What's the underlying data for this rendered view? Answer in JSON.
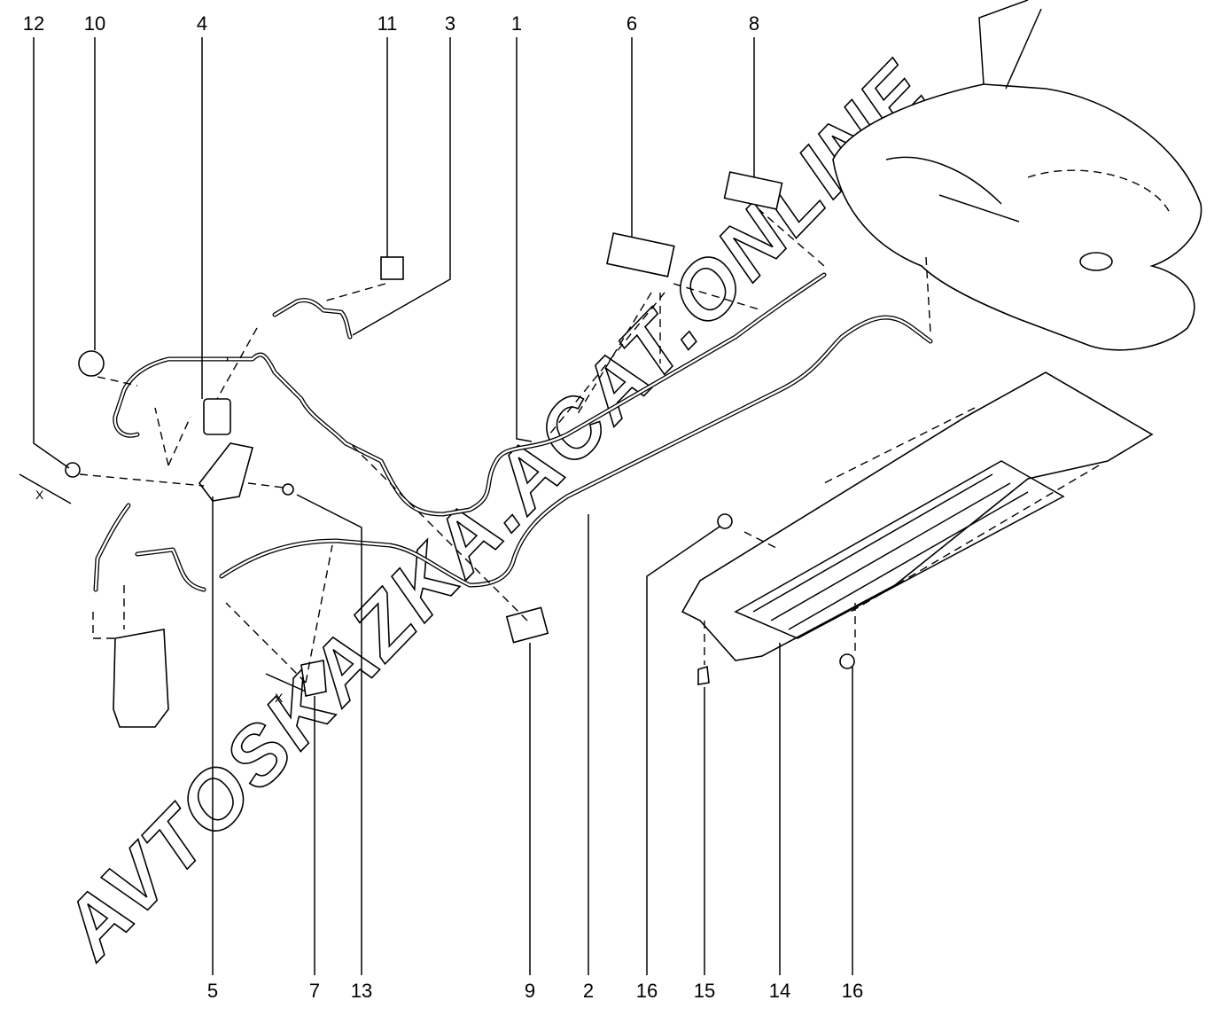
{
  "diagram": {
    "top_labels": [
      "12",
      "10",
      "4",
      "11",
      "3",
      "1",
      "6",
      "8"
    ],
    "bottom_labels": [
      "5",
      "7",
      "13",
      "9",
      "2",
      "16",
      "15",
      "14",
      "16"
    ],
    "cross_marks": [
      "X",
      "X"
    ],
    "watermark": "AVTOSKAZKA.ACAT.ONLINE"
  }
}
